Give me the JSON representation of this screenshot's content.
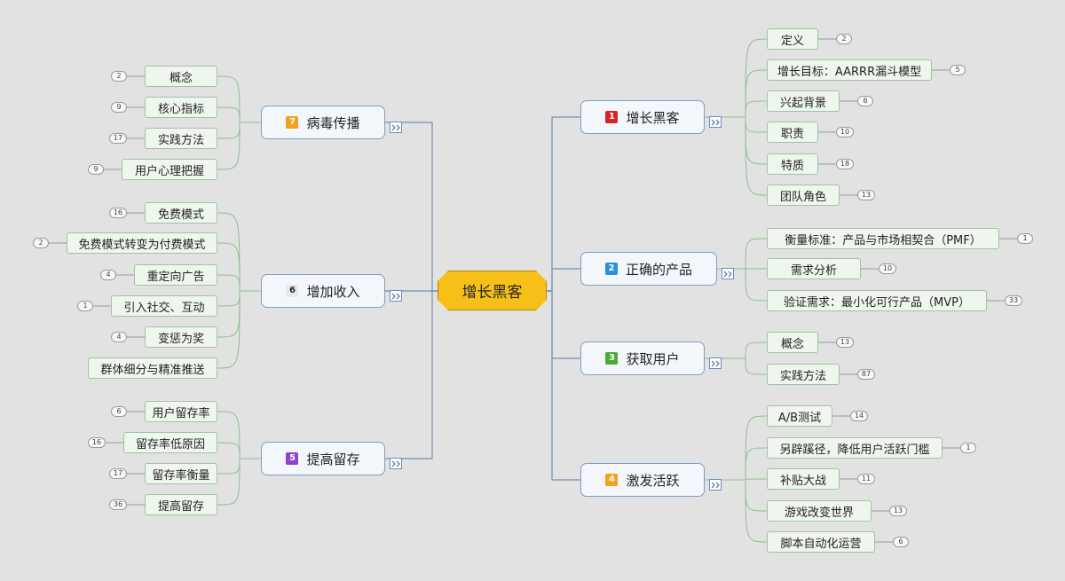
{
  "center": {
    "label": "增长黑客"
  },
  "branches": [
    {
      "num": "1",
      "label": "增长黑客",
      "color": "#d92323",
      "children": [
        {
          "label": "定义",
          "count": "2"
        },
        {
          "label": "增长目标：AARRR漏斗模型",
          "count": "5"
        },
        {
          "label": "兴起背景",
          "count": "6"
        },
        {
          "label": "职责",
          "count": "10"
        },
        {
          "label": "特质",
          "count": "18"
        },
        {
          "label": "团队角色",
          "count": "13"
        }
      ]
    },
    {
      "num": "2",
      "label": "正确的产品",
      "color": "#2d8fd6",
      "children": [
        {
          "label": "衡量标准：产品与市场相契合（PMF）",
          "count": "1"
        },
        {
          "label": "需求分析",
          "count": "10"
        },
        {
          "label": "验证需求：最小化可行产品（MVP）",
          "count": "33"
        }
      ]
    },
    {
      "num": "3",
      "label": "获取用户",
      "color": "#4caa35",
      "children": [
        {
          "label": "概念",
          "count": "13"
        },
        {
          "label": "实践方法",
          "count": "87"
        }
      ]
    },
    {
      "num": "4",
      "label": "激发活跃",
      "color": "#f2a21c",
      "children": [
        {
          "label": "A/B测试",
          "count": "14"
        },
        {
          "label": "另辟蹊径，降低用户活跃门槛",
          "count": "1"
        },
        {
          "label": "补贴大战",
          "count": "11"
        },
        {
          "label": "游戏改变世界",
          "count": "13"
        },
        {
          "label": "脚本自动化运营",
          "count": "6"
        }
      ]
    },
    {
      "num": "5",
      "label": "提高留存",
      "color": "#8e44c9",
      "children": [
        {
          "label": "用户留存率",
          "count": "6"
        },
        {
          "label": "留存率低原因",
          "count": "16"
        },
        {
          "label": "留存率衡量",
          "count": "17"
        },
        {
          "label": "提高留存",
          "count": "36"
        }
      ]
    },
    {
      "num": "6",
      "label": "增加收入",
      "color": "#e9e9e9",
      "children": [
        {
          "label": "免费模式",
          "count": "16"
        },
        {
          "label": "免费模式转变为付费模式",
          "count": "2"
        },
        {
          "label": "重定向广告",
          "count": "4"
        },
        {
          "label": "引入社交、互动",
          "count": "1"
        },
        {
          "label": "变惩为奖",
          "count": "4"
        },
        {
          "label": "群体细分与精准推送",
          "count": ""
        }
      ]
    },
    {
      "num": "7",
      "label": "病毒传播",
      "color": "#f2a21c",
      "children": [
        {
          "label": "概念",
          "count": "2"
        },
        {
          "label": "核心指标",
          "count": "9"
        },
        {
          "label": "实践方法",
          "count": "17"
        },
        {
          "label": "用户心理把握",
          "count": "9"
        }
      ]
    }
  ]
}
